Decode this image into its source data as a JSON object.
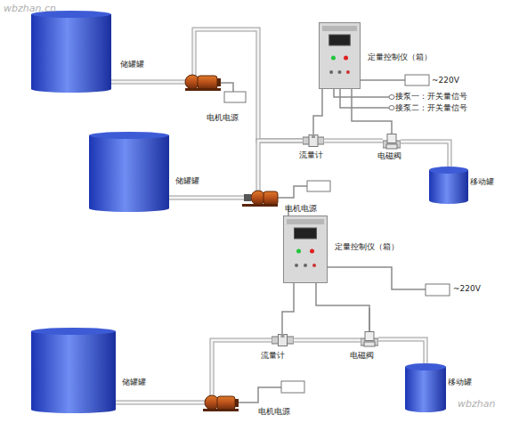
{
  "diagram": {
    "nodes": [
      {
        "text": [
          "储罐罐"
        ]
      },
      {
        "text": [
          "定量控制仪（箱）"
        ]
      },
      {
        "text": [
          "储罐罐"
        ]
      },
      {
        "text": [
          "流量计"
        ]
      },
      {
        "text": [
          "电磁阀"
        ]
      },
      {
        "text": [
          "移动罐"
        ]
      },
      {
        "text": [
          "定量控制仪（箱）"
        ]
      },
      {
        "text": [
          "流量计"
        ]
      },
      {
        "text": [
          "电磁阀"
        ]
      },
      {
        "text": [
          "储罐罐"
        ]
      },
      {
        "text": [
          "移动罐"
        ]
      }
    ],
    "edges": [
      {
        "from": 0,
        "to": 3,
        "arrow": "none"
      },
      {
        "from": 2,
        "to": 3,
        "arrow": "none"
      },
      {
        "from": 1,
        "to": 3,
        "arrow": "none"
      },
      {
        "from": 1,
        "to": 4,
        "arrow": "none"
      },
      {
        "from": 3,
        "to": 4,
        "arrow": "none"
      },
      {
        "from": 4,
        "to": 5,
        "arrow": "none"
      },
      {
        "from": 6,
        "to": 7,
        "arrow": "none"
      },
      {
        "from": 6,
        "to": 8,
        "arrow": "none"
      },
      {
        "from": 9,
        "to": 7,
        "arrow": "none"
      },
      {
        "from": 7,
        "to": 8,
        "arrow": "none"
      },
      {
        "from": 8,
        "to": 10,
        "arrow": "none"
      }
    ],
    "labels": [
      "电机电源",
      "电机电源",
      "电机电源",
      "~220V",
      "接泵一：开关量信号",
      "接泵二：开关量信号",
      "~220V",
      "wbzhan.cn",
      "wbzhan"
    ]
  }
}
